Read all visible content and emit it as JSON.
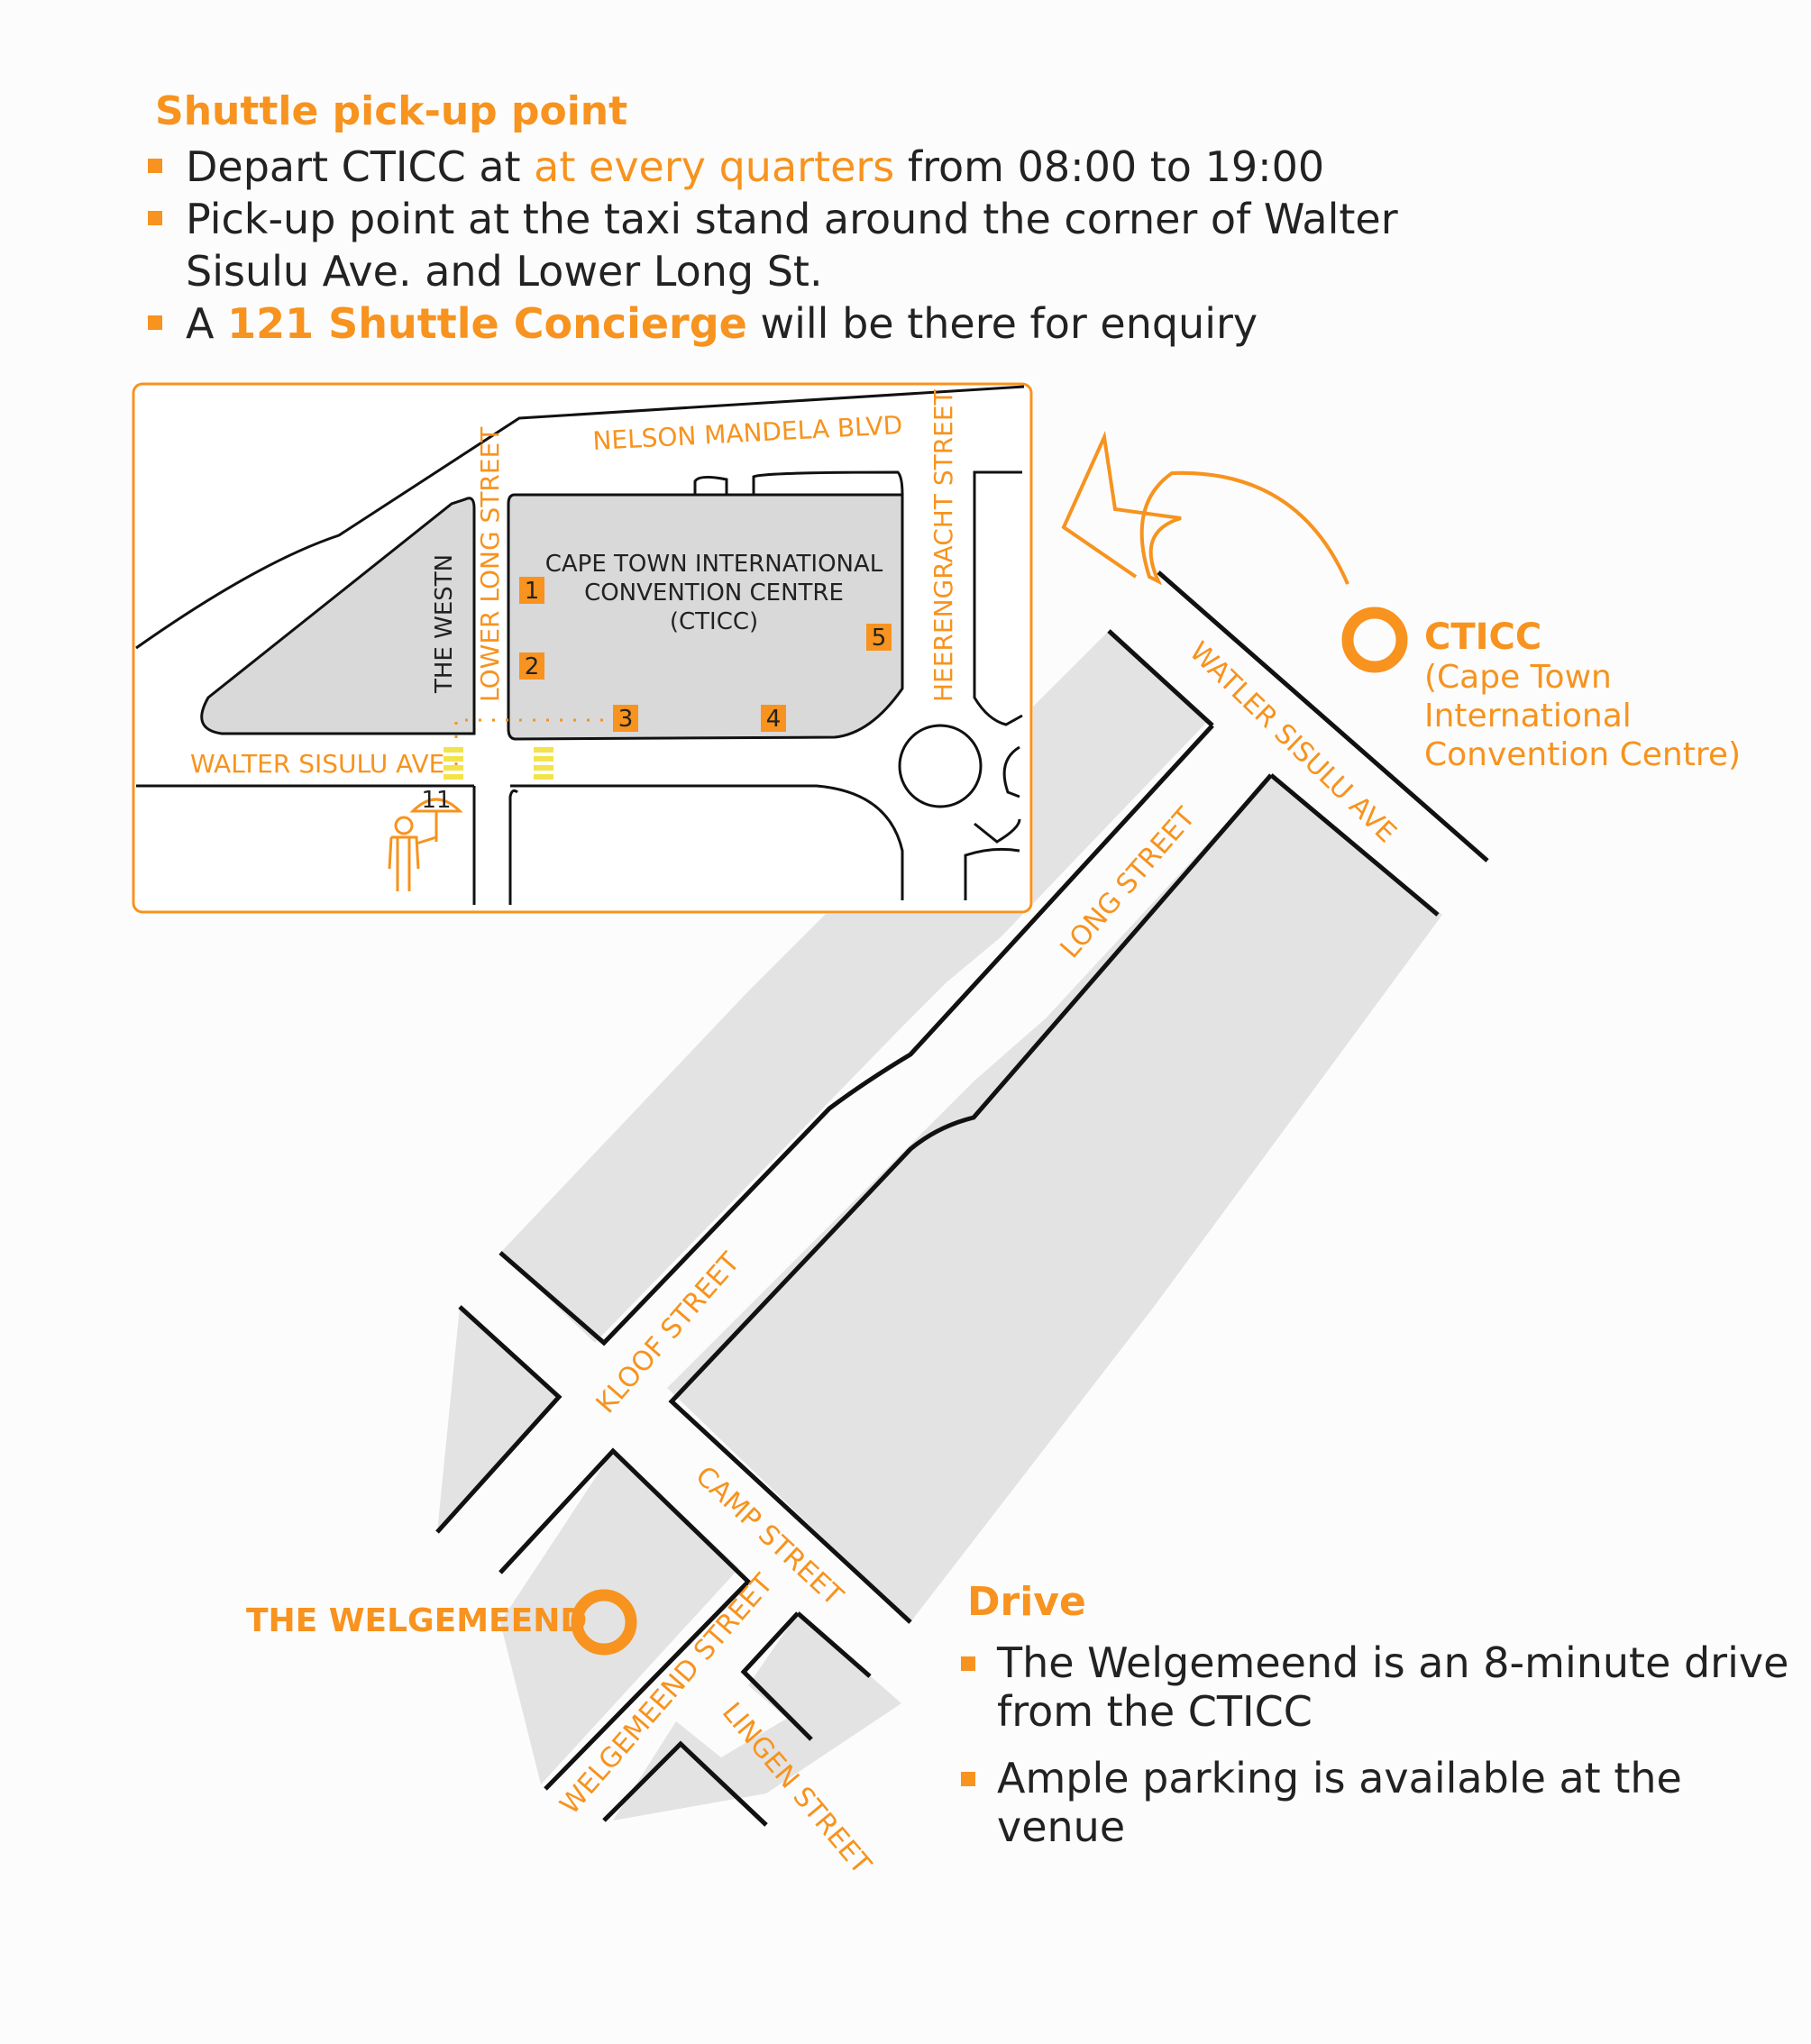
{
  "shuttle": {
    "heading": "Shuttle pick-up point",
    "item1_a": "Depart CTICC at ",
    "item1_b": "at every quarters",
    "item1_c": " from 08:00 to 19:00",
    "item2_line1": "Pick-up point at the taxi stand around the corner of Walter",
    "item2_line2": "Sisulu Ave. and Lower Long St.",
    "item3_a": "A ",
    "item3_b": "121 Shuttle Concierge",
    "item3_c": " will be there for enquiry"
  },
  "inset": {
    "nelson": "NELSON MANDELA BLVD",
    "lower_long": "LOWER LONG STREET",
    "heerengracht": "HEERENGRACHT STREET",
    "walter": "WALTER SISULU AVE",
    "westin": "THE WESTN",
    "cticc_line1": "CAPE TOWN INTERNATIONAL",
    "cticc_line2": "CONVENTION CENTRE",
    "cticc_line3": "(CTICC)",
    "markers": [
      "1",
      "2",
      "3",
      "4",
      "5"
    ],
    "pickup_sign": "11"
  },
  "map": {
    "walter_street": "WATLER SISULU AVE",
    "long_street": "LONG STREET",
    "kloof_street": "KLOOF STREET",
    "camp_street": "CAMP STREET",
    "welgemeend_street": "WELGEMEEND STREET",
    "lingen_street": "LINGEN STREET",
    "cticc_title": "CTICC",
    "cticc_sub1": "(Cape Town",
    "cticc_sub2": "International",
    "cticc_sub3": "Convention Centre)",
    "welgemeend_title": "THE WELGEMEEND"
  },
  "drive": {
    "heading": "Drive",
    "item1_line1": "The Welgemeend is an 8-minute drive",
    "item1_line2": "from the CTICC",
    "item2_line1": "Ample parking is available at the",
    "item2_line2": "venue"
  },
  "colors": {
    "accent": "#f7931e",
    "block": "#e3e3e3",
    "road_line": "#111111",
    "marker_fill": "#f7931e"
  }
}
